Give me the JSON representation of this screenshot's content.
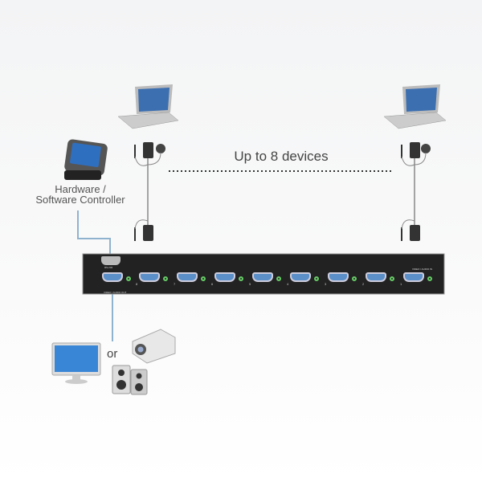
{
  "labels": {
    "controller_line1": "Hardware /",
    "controller_line2": "Software Controller",
    "devices": "Up to 8 devices",
    "or": "or"
  },
  "device": {
    "rs232": "RS-232",
    "out_label": "VIDEO / AUDIO OUT",
    "in_label": "VIDEO / AUDIO IN",
    "ports": [
      "8",
      "7",
      "6",
      "5",
      "4",
      "3",
      "2",
      "1"
    ]
  },
  "colors": {
    "device": "#222222",
    "cable": "#8fb3cf",
    "port": "#5a8fc7",
    "jack": "#66cc66"
  }
}
